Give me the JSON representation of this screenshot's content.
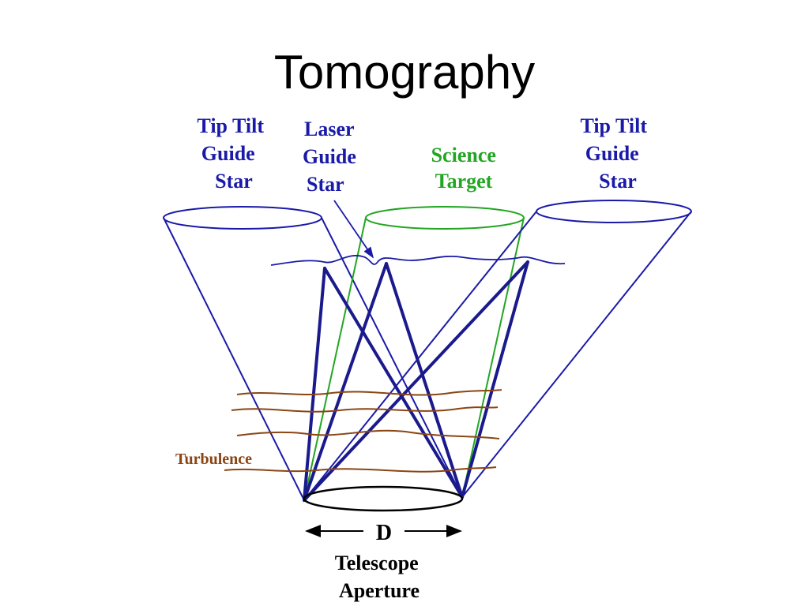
{
  "title": "Tomography",
  "colors": {
    "guide": "#1a1aa8",
    "science": "#22a622",
    "turbulence": "#8b4513",
    "aperture": "#000000"
  },
  "labels": {
    "tip_tilt_left": [
      "Tip Tilt",
      "Guide",
      "Star"
    ],
    "laser_guide": [
      "Laser",
      "Guide",
      "Star"
    ],
    "science_target": [
      "Science",
      "Target"
    ],
    "tip_tilt_right": [
      "Tip Tilt",
      "Guide",
      "Star"
    ],
    "turbulence": "Turbulence",
    "diameter": "D",
    "aperture": [
      "Telescope",
      "Aperture"
    ]
  }
}
